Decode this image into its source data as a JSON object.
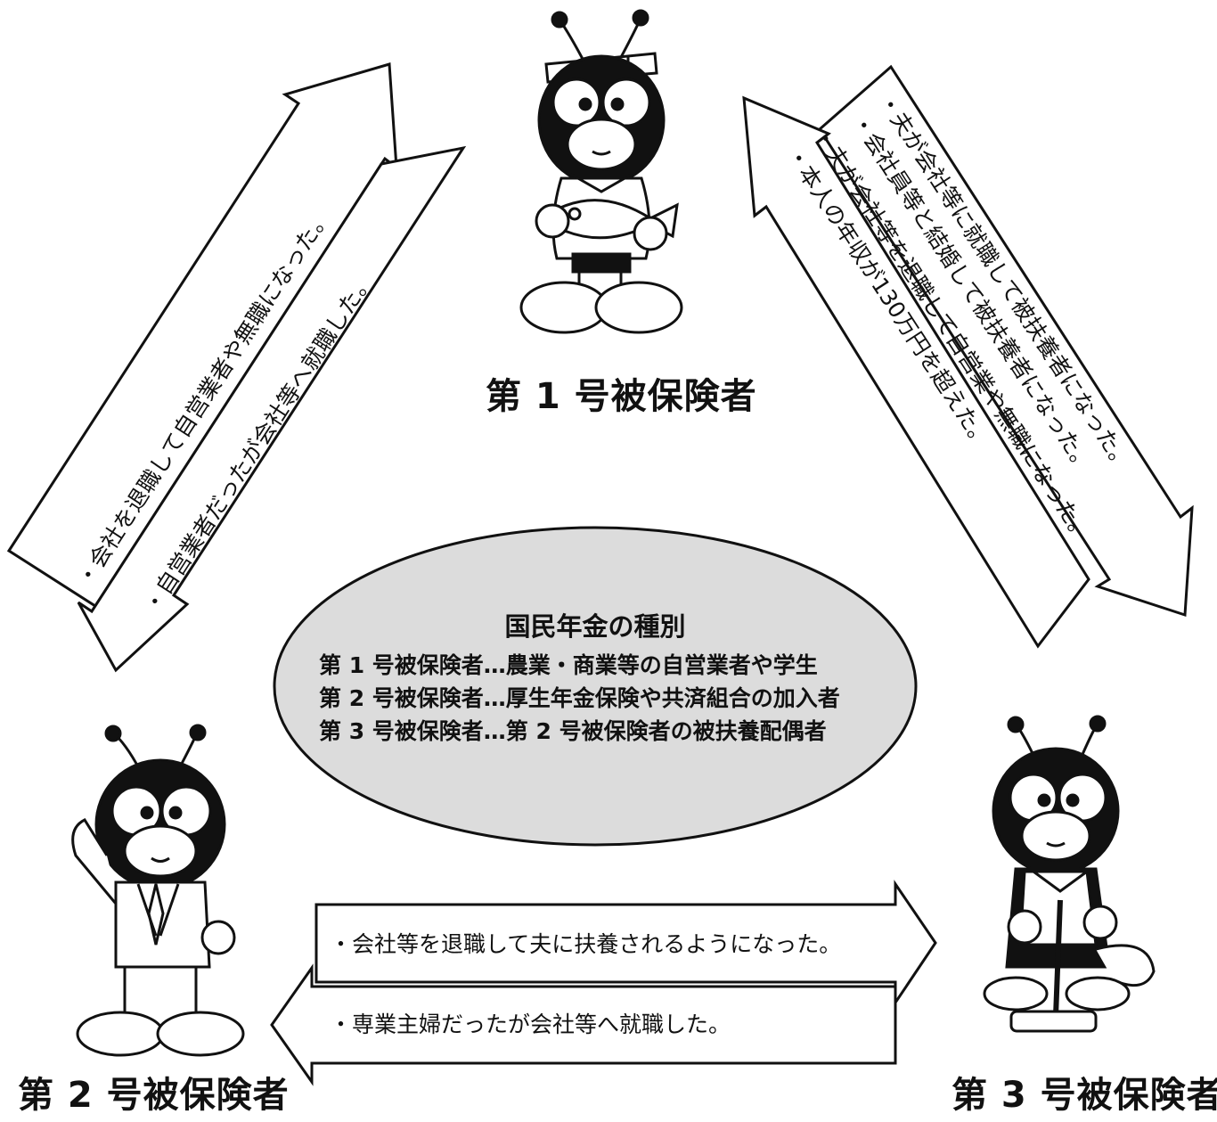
{
  "categories": {
    "first": "第 1 号被保険者",
    "second": "第 2 号被保険者",
    "third": "第 3 号被保険者"
  },
  "legend": {
    "title": "国民年金の種別",
    "lines": [
      "第 1 号被保険者…農業・商業等の自営業者や学生",
      "第 2 号被保険者…厚生年金保険や共済組合の加入者",
      "第 3 号被保険者…第 2 号被保険者の被扶養配偶者"
    ]
  },
  "transitions": {
    "second_to_first": "・会社を退職して自営業者や無職になった。",
    "first_to_second": "・自営業者だったが会社等へ就職した。",
    "first_to_third": [
      "・夫が会社等に就職して被扶養者になった。",
      "・会社員等と結婚して被扶養者になった。"
    ],
    "third_to_first": [
      "・夫が会社等を退職して自営業や無職になった。",
      "・本人の年収が130万円を超えた。"
    ],
    "second_to_third": "・会社等を退職して夫に扶養されるようになった。",
    "third_to_second": "・専業主婦だったが会社等へ就職した。"
  },
  "icons": {
    "first": "bee-mascot-fishing-icon",
    "second": "bee-mascot-suit-icon",
    "third": "bee-mascot-vacuum-icon"
  },
  "colors": {
    "ellipse_fill": "#dcdcdc",
    "ink": "#111111"
  }
}
